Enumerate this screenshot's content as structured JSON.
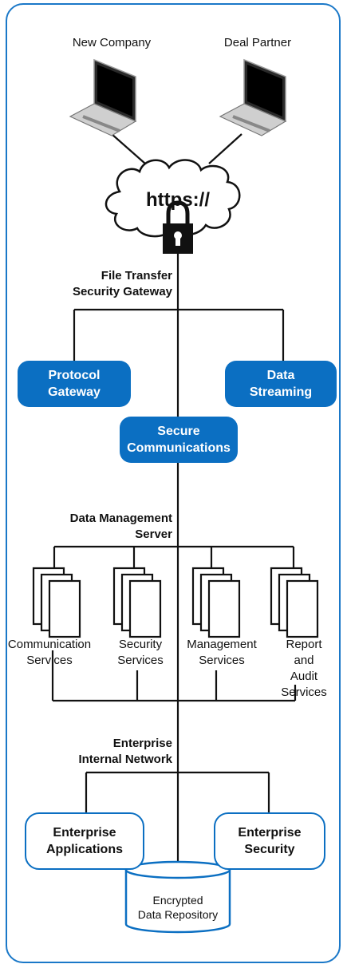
{
  "endpoints": [
    {
      "id": "new-company",
      "label": "New Company"
    },
    {
      "id": "deal-partner",
      "label": "Deal Partner"
    }
  ],
  "cloud_label": "https://",
  "gateway": {
    "label": "File Transfer\nSecurity Gateway",
    "protocol_gateway": "Protocol\nGateway",
    "data_streaming": "Data\nStreaming",
    "secure_communications": "Secure\nCommunications"
  },
  "server": {
    "label": "Data Management\nServer",
    "services": [
      {
        "id": "communication",
        "label": "Communication\nServices"
      },
      {
        "id": "security",
        "label": "Security\nServices"
      },
      {
        "id": "management",
        "label": "Management\nServices"
      },
      {
        "id": "report-audit",
        "label": "Report\nand Audit\nServices"
      }
    ]
  },
  "network": {
    "label": "Enterprise\nInternal Network",
    "applications": "Enterprise\nApplications",
    "security": "Enterprise\nSecurity",
    "repository": "Encrypted\nData Repository"
  },
  "colors": {
    "accent": "#0b6fc2",
    "frame": "#1a78c8",
    "line": "#111111"
  }
}
